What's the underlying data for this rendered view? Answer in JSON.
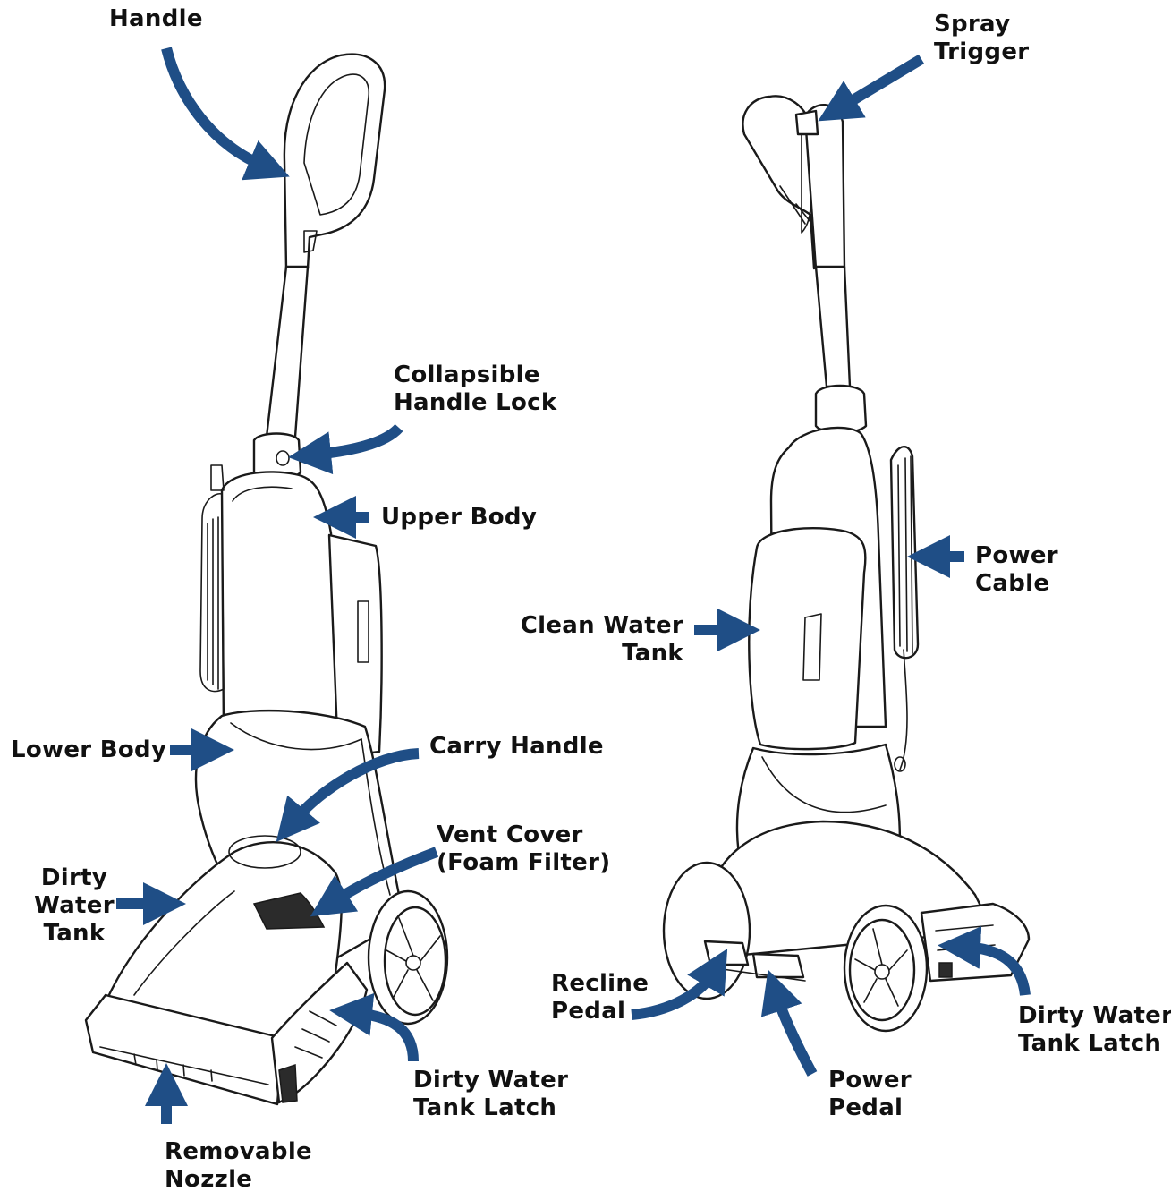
{
  "accent_color": "#1f4e86",
  "labels": {
    "handle": "Handle",
    "collapsible_handle_lock": "Collapsible\nHandle Lock",
    "upper_body": "Upper Body",
    "lower_body": "Lower Body",
    "carry_handle": "Carry Handle",
    "vent_cover": "Vent Cover\n(Foam Filter)",
    "dirty_water_tank": "Dirty\nWater\nTank",
    "dirty_water_tank_latch_left": "Dirty Water\nTank Latch",
    "removable_nozzle": "Removable\nNozzle",
    "spray_trigger": "Spray\nTrigger",
    "power_cable": "Power\nCable",
    "clean_water_tank": "Clean Water\nTank",
    "recline_pedal": "Recline\nPedal",
    "power_pedal": "Power\nPedal",
    "dirty_water_tank_latch_right": "Dirty Water\nTank Latch"
  }
}
